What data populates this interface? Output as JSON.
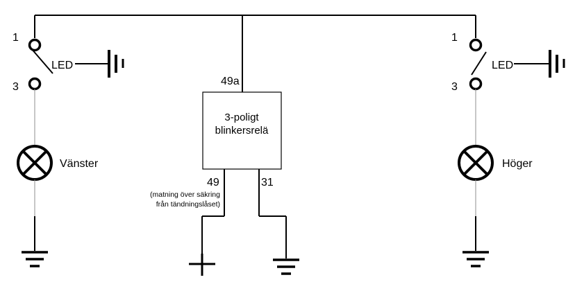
{
  "terminals": {
    "left_top": "1",
    "left_bottom": "3",
    "right_top": "1",
    "right_bottom": "3"
  },
  "switch_label": "LED",
  "lamps": {
    "left": "Vänster",
    "right": "Höger"
  },
  "relay": {
    "line1": "3-poligt",
    "line2": "blinkersrelä",
    "pin_in": "49a",
    "pin_out": "49",
    "pin_ground": "31",
    "supply_note_line1": "(matning över säkring",
    "supply_note_line2": "från tändningslåset)"
  },
  "colors": {
    "wire": "#000000",
    "lead": "#8c8c8c",
    "background": "#ffffff"
  }
}
